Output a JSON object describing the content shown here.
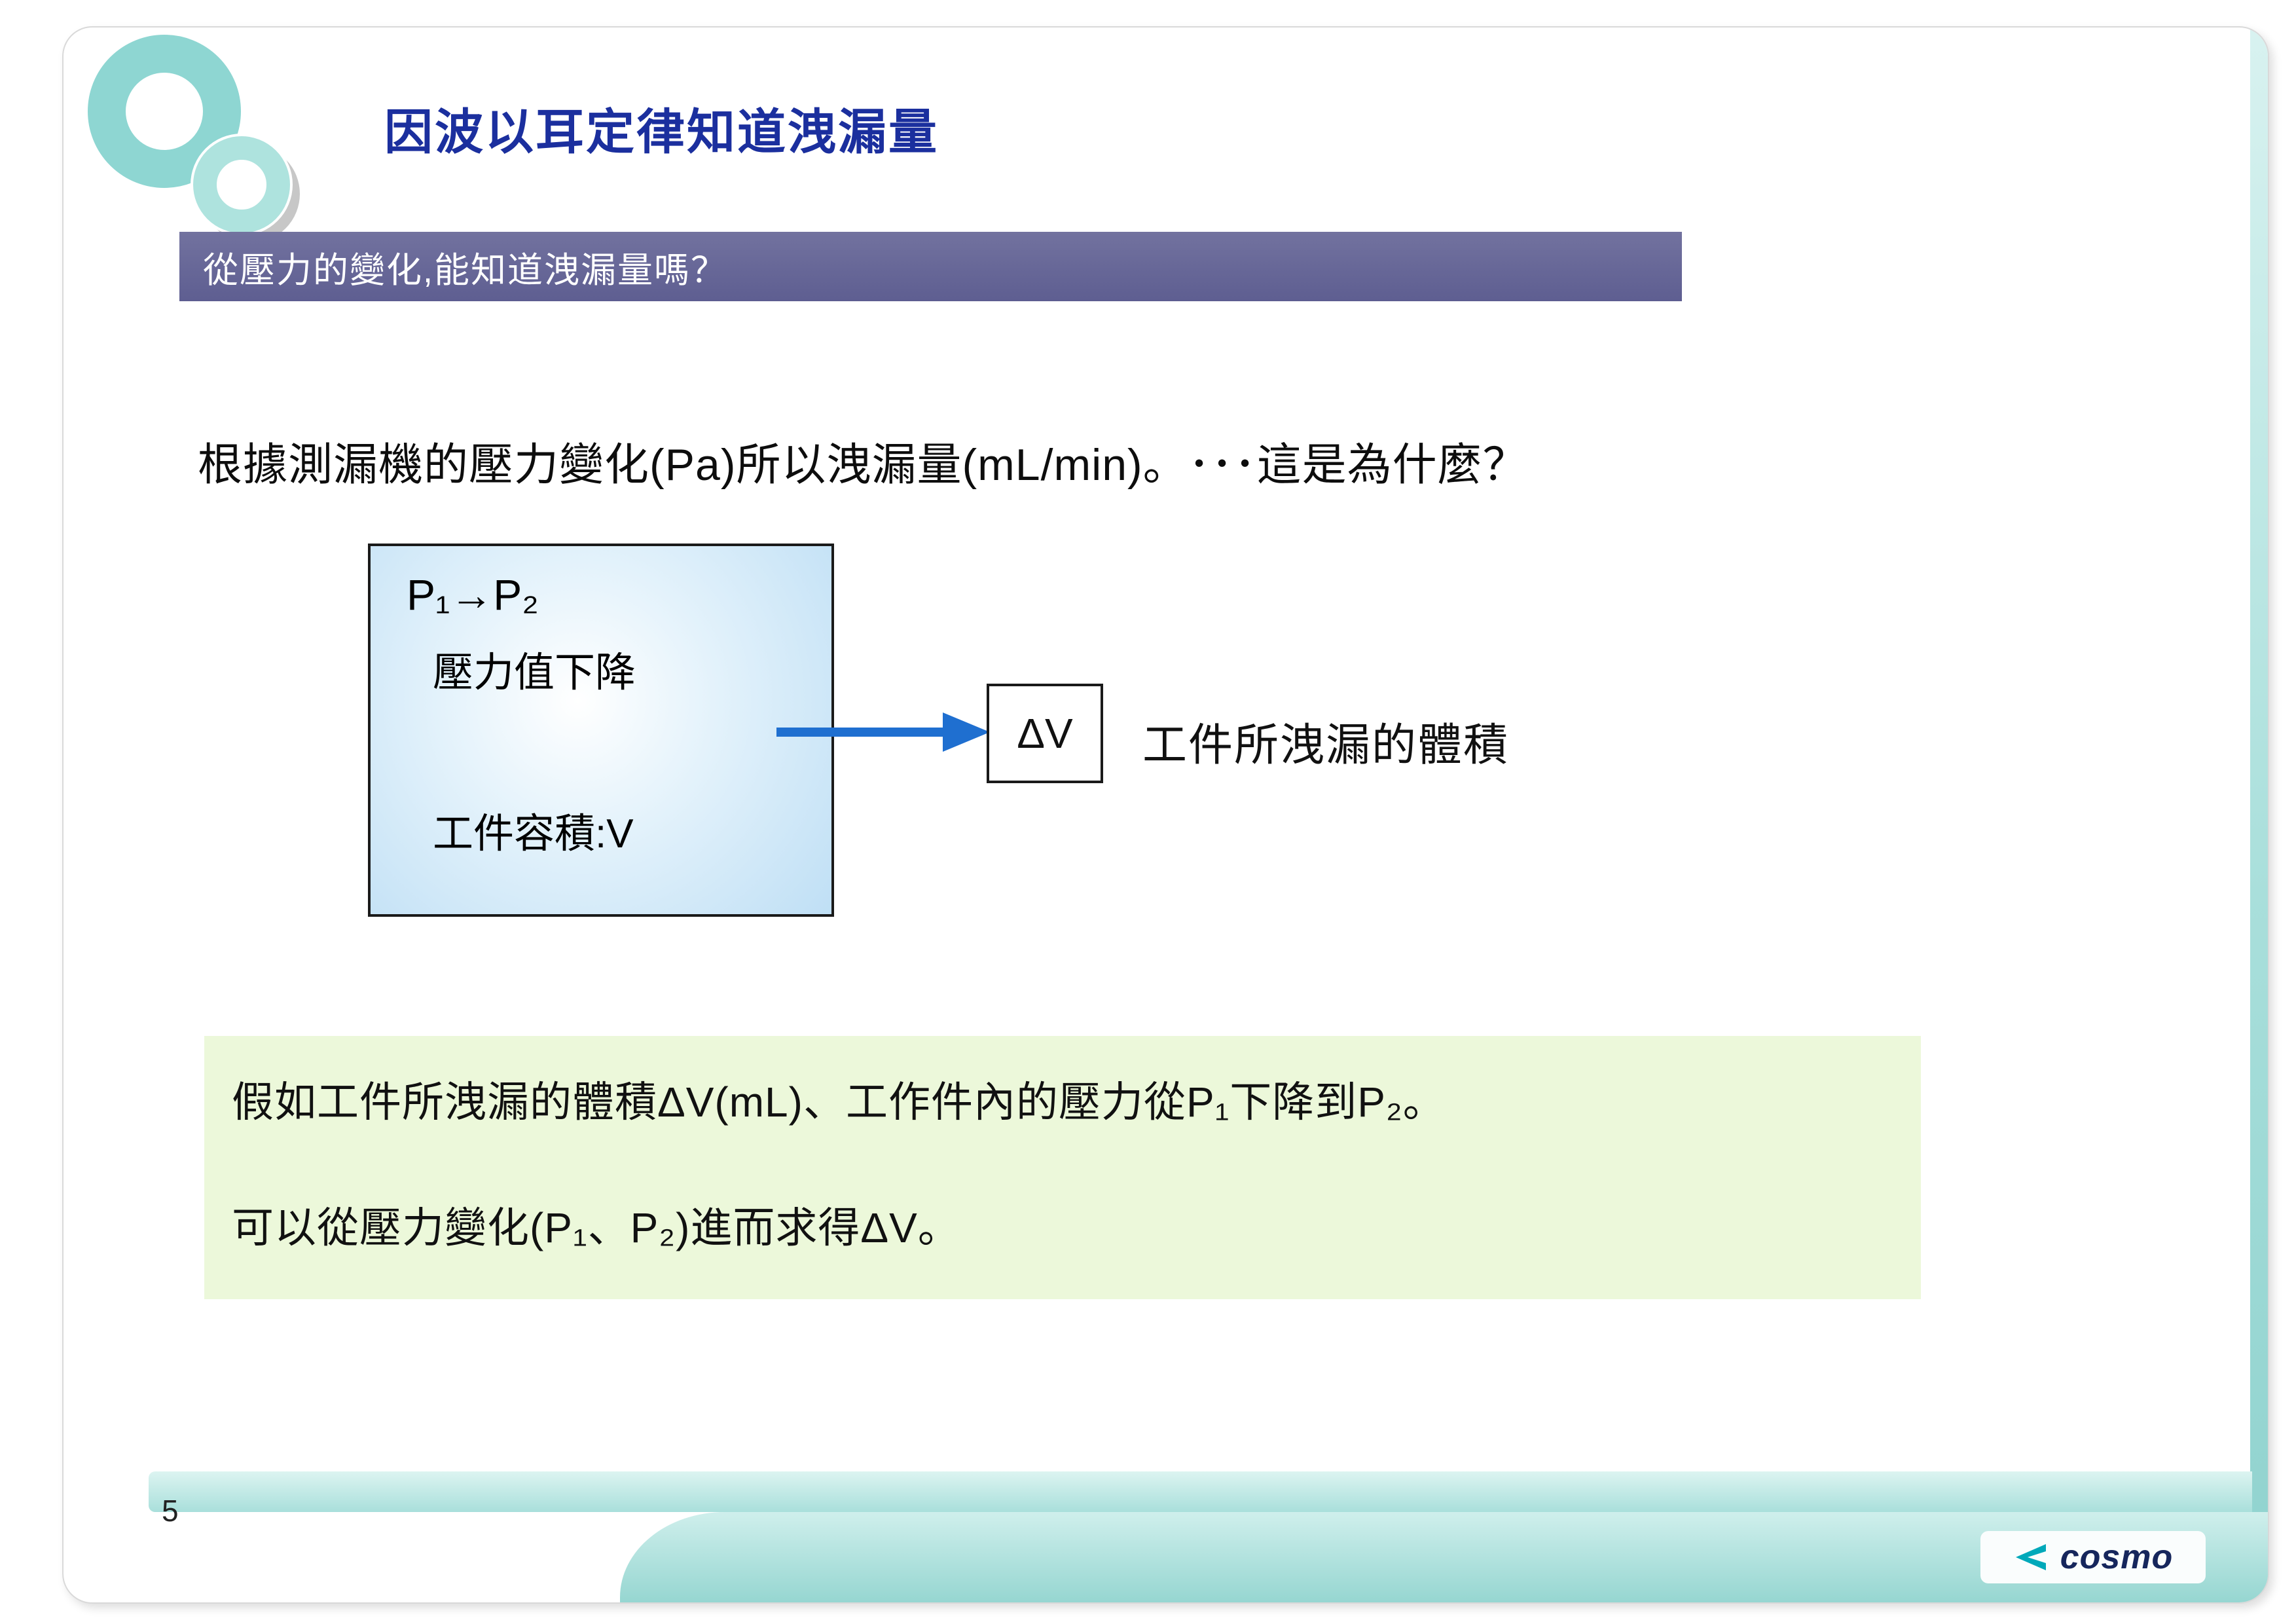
{
  "colors": {
    "title": "#1b2f9e",
    "banner_bg": "#666699",
    "banner_text": "#ffffff",
    "arrow": "#1f6fd0",
    "diagram_box_fill": "#bfdff5",
    "note_bg": "#ecf8da",
    "frame_teal": "#8fd2ce",
    "logo_navy": "#16265c",
    "logo_teal": "#00a9ba"
  },
  "icons": {
    "rings_logo": "overlapping-rings",
    "flow_arrow": "right-arrow",
    "cosmo_mark": "left-chevron"
  },
  "header": {
    "title": "因波以耳定律知道洩漏量",
    "banner": "從壓力的變化,能知道洩漏量嗎？"
  },
  "content": {
    "intro": "根據測漏機的壓力變化(Pa)所以洩漏量(mL/min)。･･･這是為什麼？",
    "diagram": {
      "box": {
        "line1": "P₁→P₂",
        "line2": "壓力值下降",
        "line3": "工件容積:V"
      },
      "delta_box": "ΔV",
      "result_label": "工件所洩漏的體積"
    },
    "note": {
      "lines": [
        "假如工件所洩漏的體積ΔV(mL)、工作件內的壓力從P₁下降到P₂。",
        "可以從壓力變化(P₁、P₂)進而求得ΔV。"
      ]
    }
  },
  "footer": {
    "page_number": "5",
    "logo_text": "cosmo"
  }
}
